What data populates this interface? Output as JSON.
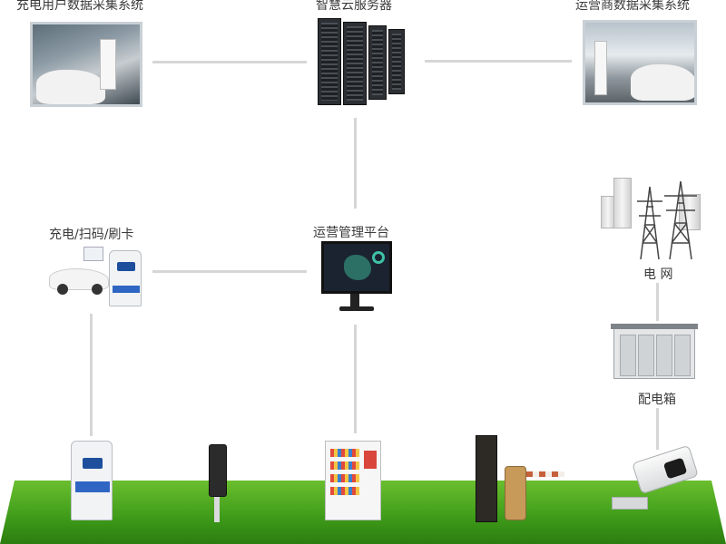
{
  "labels": {
    "user_data": "充电用户数据采集系统",
    "cloud_server": "智慧云服务器",
    "operator_data": "运营商数据采集系统",
    "charge_scan_card": "充电/扫码/刷卡",
    "ops_platform": "运营管理平台",
    "grid": "电  网",
    "distribution_box": "配电箱"
  }
}
